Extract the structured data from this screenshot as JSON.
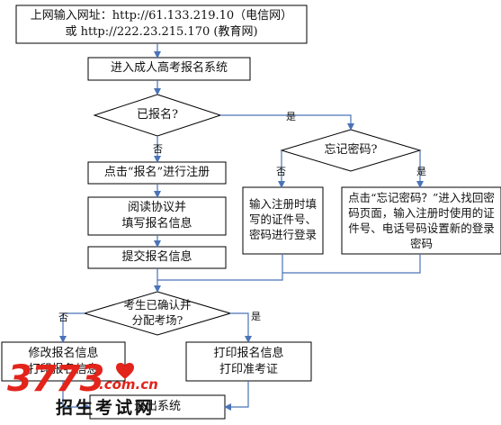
{
  "nodes": {
    "start_line1": "上网输入网址：http://61.133.219.10（电信网）",
    "start_line2": "或 http://222.23.215.170 (教育网)",
    "enter_system": "进入成人高考报名系统",
    "registered_q": "已报名?",
    "forgot_q": "忘记密码?",
    "click_register": "点击“报名”进行注册",
    "read_agreement": "阅读协议并\n填写报名信息",
    "submit_info": "提交报名信息",
    "login_with_id": "输入注册时填写的证件号、密码进行登录",
    "find_password": "点击“忘记密码？”进入找回密码页面，输入注册时使用的证件号、电话号码设置新的登录密码",
    "confirmed_q": "考生已确认并\n分配考场?",
    "modify_print": "修改报名信息\n打印报名信息",
    "print_ticket": "打印报名信息\n打印准考证",
    "exit_system": "退出系统"
  },
  "edge_labels": {
    "registered_yes": "是",
    "registered_no": "否",
    "forgot_no": "否",
    "forgot_yes": "是",
    "confirmed_no": "否",
    "confirmed_yes": "是"
  },
  "watermark": {
    "number": "3773",
    "domain": ".com.cn",
    "site_name": "招生考试网"
  },
  "colors": {
    "box_border": "#000000",
    "arrow": "#4a73b8",
    "watermark_red": "#e2241b"
  }
}
